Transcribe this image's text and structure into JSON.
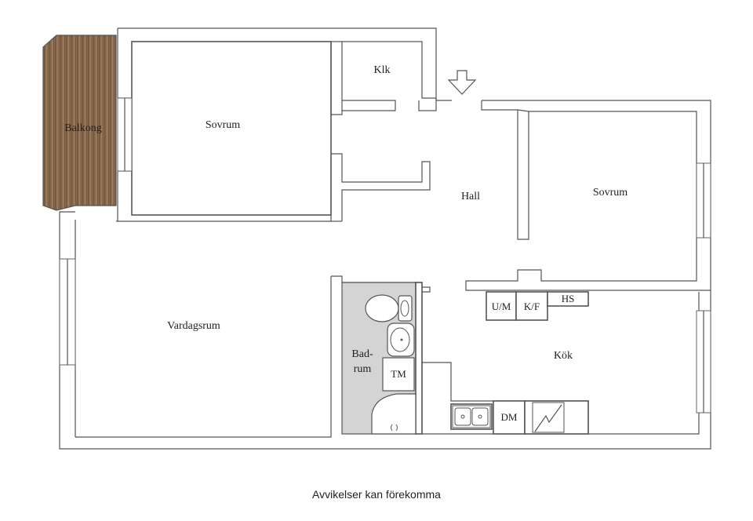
{
  "rooms": {
    "balkong": "Balkong",
    "sovrum_left": "Sovrum",
    "klk": "Klk",
    "hall": "Hall",
    "sovrum_right": "Sovrum",
    "vardagsrum": "Vardagsrum",
    "badrum_line1": "Bad-",
    "badrum_line2": "rum",
    "kok": "Kök"
  },
  "fixtures": {
    "tm": "TM",
    "um": "U/M",
    "kf": "K/F",
    "hs": "HS",
    "dm": "DM"
  },
  "colors": {
    "bathroom_floor": "#d4d4d4",
    "balcony_wood": "#8a6a4c",
    "walls": "#555555"
  },
  "caption": "Avvikelser kan förekomma"
}
